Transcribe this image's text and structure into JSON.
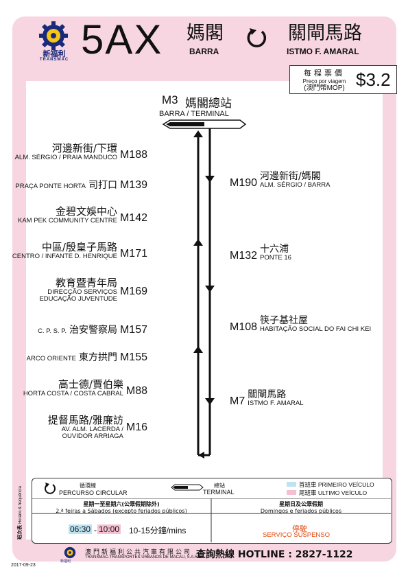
{
  "header": {
    "operator_cn": "新福利",
    "operator_en": "TRANSMAC",
    "route": "5AX",
    "origin_cn": "媽閣",
    "origin_pt": "BARRA",
    "dest_cn": "關閘馬路",
    "dest_pt": "ISTMO F. AMARAL"
  },
  "fare": {
    "label_cn": "每程票價",
    "label_pt": "Preço por viagem",
    "currency": "(澳門幣MOP)",
    "amount": "$3.2"
  },
  "terminal": {
    "code": "M3",
    "name_cn": "媽閣總站",
    "name_pt": "BARRA / TERMINAL"
  },
  "stops_left": [
    {
      "code": "M188",
      "cn": "河邊新街/下環",
      "pt": [
        "ALM. SÉRGIO / PRAIA MANDUCO"
      ]
    },
    {
      "code": "M139",
      "cn": "司打口",
      "pt": [
        "PRAÇA PONTE HORTA"
      ],
      "inline": true
    },
    {
      "code": "M142",
      "cn": "金碧文娛中心",
      "pt": [
        "KAM PEK COMMUNITY CENTRE"
      ]
    },
    {
      "code": "M171",
      "cn": "中區/殷皇子馬路",
      "pt": [
        "CENTRO / INFANTE D. HENRIQUE"
      ]
    },
    {
      "code": "M169",
      "cn": "教育暨青年局",
      "pt": [
        "DIRECÇÃO SERVIÇOS",
        "EDUCAÇÃO JUVENTUDE"
      ]
    },
    {
      "code": "M157",
      "cn": "治安警察局",
      "pt": [
        "C. P. S. P."
      ],
      "inline": true
    },
    {
      "code": "M155",
      "cn": "東方拱門",
      "pt": [
        "ARCO ORIENTE"
      ],
      "inline": true
    },
    {
      "code": "M88",
      "cn": "高士德/賈伯樂",
      "pt": [
        "HORTA COSTA / COSTA CABRAL"
      ]
    },
    {
      "code": "M16",
      "cn": "提督馬路/雅廉訪",
      "pt": [
        "AV. ALM. LACERDA /",
        "OUVIDOR ARRIAGA"
      ]
    }
  ],
  "stops_right": [
    {
      "code": "M190",
      "cn": "河邊新街/媽閣",
      "pt": "ALM. SÉRGIO / BARRA"
    },
    {
      "code": "M132",
      "cn": "十六浦",
      "pt": "PONTE 16"
    },
    {
      "code": "M108",
      "cn": "筷子基社屋",
      "pt": "HABITAÇÃO SOCIAL DO FAI CHI KEI"
    },
    {
      "code": "M7",
      "cn": "關閘馬路",
      "pt": "ISTMO F. AMARAL"
    }
  ],
  "legend": {
    "circular_cn": "循環線",
    "circular_pt": "PERCURSO CIRCULAR",
    "terminal_cn": "總站",
    "terminal_pt": "TERMINAL",
    "first_cn": "首班車",
    "first_pt": "PRIMEIRO VEÍCULO",
    "last_cn": "尾班車",
    "last_pt": "ULTIMO VEÍCULO",
    "first_color": "#bde3f2",
    "last_color": "#f6c0d2"
  },
  "timetable": {
    "side_cn": "班次表",
    "side_pt": "Horário & frequência",
    "weekday_cn": "星期一至星期六(公眾假期除外)",
    "weekday_pt": "2.ª feiras a Sábados (excepto feriados públicos)",
    "holiday_cn": "星期日及公眾假期",
    "holiday_pt": "Domingos e feriados públicos",
    "first_bus": "06:30",
    "last_bus": "10:00",
    "frequency": "10-15分鐘/mins",
    "suspended_cn": "停駛",
    "suspended_pt": "SERVIÇO SUSPENSO"
  },
  "footer": {
    "company_cn": "澳門新福利公共汽車有限公司",
    "company_pt": "TRANSMAC-TRANSPORTES URBANOS DE MACAU, S.A.R.L.",
    "hotline": "查詢熱線 HOTLINE : 2827-1122",
    "date": "2017-09-23"
  },
  "colors": {
    "frame": "#f7d6e2",
    "logo": "#1a2a7a",
    "suspended": "#e04a10"
  },
  "icons": [
    "transmac-logo-icon",
    "circular-route-icon",
    "terminal-icon"
  ]
}
